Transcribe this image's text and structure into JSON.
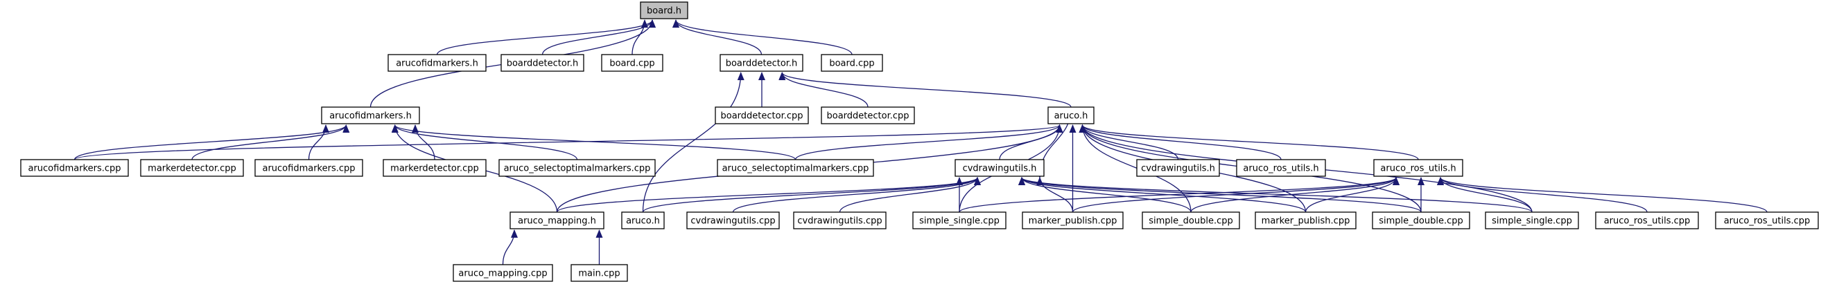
{
  "colors": {
    "edge": "#191970",
    "node_fill": "#ffffff",
    "root_fill": "#bfbfbf",
    "border": "#000000"
  },
  "nodes": [
    {
      "id": "board_h",
      "label": "board.h",
      "root": true
    },
    {
      "id": "arucofidmarkers_h_a",
      "label": "arucofidmarkers.h"
    },
    {
      "id": "boarddetector_h_a",
      "label": "boarddetector.h"
    },
    {
      "id": "board_cpp_a",
      "label": "board.cpp"
    },
    {
      "id": "boarddetector_h_b",
      "label": "boarddetector.h"
    },
    {
      "id": "board_cpp_b",
      "label": "board.cpp"
    },
    {
      "id": "arucofidmarkers_h_b",
      "label": "arucofidmarkers.h"
    },
    {
      "id": "boarddetector_cpp_a",
      "label": "boarddetector.cpp"
    },
    {
      "id": "boarddetector_cpp_b",
      "label": "boarddetector.cpp"
    },
    {
      "id": "aruco_h_a",
      "label": "aruco.h"
    },
    {
      "id": "arucofidmarkers_cpp_a",
      "label": "arucofidmarkers.cpp"
    },
    {
      "id": "markerdetector_cpp_a",
      "label": "markerdetector.cpp"
    },
    {
      "id": "arucofidmarkers_cpp_b",
      "label": "arucofidmarkers.cpp"
    },
    {
      "id": "markerdetector_cpp_b",
      "label": "markerdetector.cpp"
    },
    {
      "id": "aruco_selectoptimalmarkers_cpp_a",
      "label": "aruco_selectoptimalmarkers.cpp"
    },
    {
      "id": "aruco_selectoptimalmarkers_cpp_b",
      "label": "aruco_selectoptimalmarkers.cpp"
    },
    {
      "id": "cvdrawingutils_h_a",
      "label": "cvdrawingutils.h"
    },
    {
      "id": "cvdrawingutils_h_b",
      "label": "cvdrawingutils.h"
    },
    {
      "id": "aruco_ros_utils_h_a",
      "label": "aruco_ros_utils.h"
    },
    {
      "id": "aruco_ros_utils_h_b",
      "label": "aruco_ros_utils.h"
    },
    {
      "id": "aruco_mapping_h",
      "label": "aruco_mapping.h"
    },
    {
      "id": "aruco_h_b",
      "label": "aruco.h"
    },
    {
      "id": "cvdrawingutils_cpp_a",
      "label": "cvdrawingutils.cpp"
    },
    {
      "id": "cvdrawingutils_cpp_b",
      "label": "cvdrawingutils.cpp"
    },
    {
      "id": "simple_single_cpp_a",
      "label": "simple_single.cpp"
    },
    {
      "id": "marker_publish_cpp_a",
      "label": "marker_publish.cpp"
    },
    {
      "id": "simple_double_cpp_a",
      "label": "simple_double.cpp"
    },
    {
      "id": "marker_publish_cpp_b",
      "label": "marker_publish.cpp"
    },
    {
      "id": "simple_double_cpp_b",
      "label": "simple_double.cpp"
    },
    {
      "id": "simple_single_cpp_b",
      "label": "simple_single.cpp"
    },
    {
      "id": "aruco_ros_utils_cpp_a",
      "label": "aruco_ros_utils.cpp"
    },
    {
      "id": "aruco_ros_utils_cpp_b",
      "label": "aruco_ros_utils.cpp"
    },
    {
      "id": "aruco_mapping_cpp",
      "label": "aruco_mapping.cpp"
    },
    {
      "id": "main_cpp",
      "label": "main.cpp"
    }
  ],
  "edges": [
    [
      "arucofidmarkers_h_a",
      "board_h"
    ],
    [
      "boarddetector_h_a",
      "board_h"
    ],
    [
      "board_cpp_a",
      "board_h"
    ],
    [
      "boarddetector_h_b",
      "board_h"
    ],
    [
      "board_cpp_b",
      "board_h"
    ],
    [
      "arucofidmarkers_h_b",
      "board_h"
    ],
    [
      "boarddetector_cpp_a",
      "boarddetector_h_b"
    ],
    [
      "boarddetector_cpp_b",
      "boarddetector_h_b"
    ],
    [
      "aruco_h_a",
      "boarddetector_h_b"
    ],
    [
      "aruco_h_b",
      "boarddetector_h_b"
    ],
    [
      "arucofidmarkers_cpp_a",
      "arucofidmarkers_h_b"
    ],
    [
      "markerdetector_cpp_a",
      "arucofidmarkers_h_b"
    ],
    [
      "arucofidmarkers_cpp_b",
      "arucofidmarkers_h_b"
    ],
    [
      "markerdetector_cpp_b",
      "arucofidmarkers_h_b"
    ],
    [
      "aruco_selectoptimalmarkers_cpp_a",
      "arucofidmarkers_h_b"
    ],
    [
      "aruco_selectoptimalmarkers_cpp_b",
      "arucofidmarkers_h_b"
    ],
    [
      "aruco_mapping_h",
      "arucofidmarkers_h_b"
    ],
    [
      "arucofidmarkers_cpp_a",
      "aruco_h_a"
    ],
    [
      "aruco_selectoptimalmarkers_cpp_b",
      "aruco_h_a"
    ],
    [
      "cvdrawingutils_h_a",
      "aruco_h_a"
    ],
    [
      "cvdrawingutils_h_b",
      "aruco_h_a"
    ],
    [
      "aruco_ros_utils_h_a",
      "aruco_h_a"
    ],
    [
      "aruco_ros_utils_h_b",
      "aruco_h_a"
    ],
    [
      "aruco_mapping_h",
      "aruco_h_a"
    ],
    [
      "simple_single_cpp_a",
      "aruco_h_a"
    ],
    [
      "marker_publish_cpp_a",
      "aruco_h_a"
    ],
    [
      "simple_double_cpp_a",
      "aruco_h_a"
    ],
    [
      "marker_publish_cpp_b",
      "aruco_h_a"
    ],
    [
      "simple_double_cpp_b",
      "aruco_h_a"
    ],
    [
      "simple_single_cpp_b",
      "aruco_h_a"
    ],
    [
      "aruco_h_a",
      "cvdrawingutils_h_a"
    ],
    [
      "aruco_mapping_h",
      "cvdrawingutils_h_a"
    ],
    [
      "aruco_h_b",
      "cvdrawingutils_h_a"
    ],
    [
      "cvdrawingutils_cpp_a",
      "cvdrawingutils_h_a"
    ],
    [
      "cvdrawingutils_cpp_b",
      "cvdrawingutils_h_a"
    ],
    [
      "simple_single_cpp_a",
      "cvdrawingutils_h_a"
    ],
    [
      "marker_publish_cpp_a",
      "cvdrawingutils_h_a"
    ],
    [
      "simple_double_cpp_a",
      "cvdrawingutils_h_a"
    ],
    [
      "marker_publish_cpp_b",
      "cvdrawingutils_h_a"
    ],
    [
      "simple_double_cpp_b",
      "cvdrawingutils_h_a"
    ],
    [
      "simple_single_cpp_b",
      "cvdrawingutils_h_a"
    ],
    [
      "simple_single_cpp_a",
      "aruco_ros_utils_h_b"
    ],
    [
      "marker_publish_cpp_a",
      "aruco_ros_utils_h_b"
    ],
    [
      "simple_double_cpp_a",
      "aruco_ros_utils_h_b"
    ],
    [
      "marker_publish_cpp_b",
      "aruco_ros_utils_h_b"
    ],
    [
      "simple_double_cpp_b",
      "aruco_ros_utils_h_b"
    ],
    [
      "simple_single_cpp_b",
      "aruco_ros_utils_h_b"
    ],
    [
      "aruco_ros_utils_cpp_a",
      "aruco_ros_utils_h_b"
    ],
    [
      "aruco_ros_utils_cpp_b",
      "aruco_ros_utils_h_b"
    ],
    [
      "aruco_mapping_cpp",
      "aruco_mapping_h"
    ],
    [
      "main_cpp",
      "aruco_mapping_h"
    ]
  ]
}
